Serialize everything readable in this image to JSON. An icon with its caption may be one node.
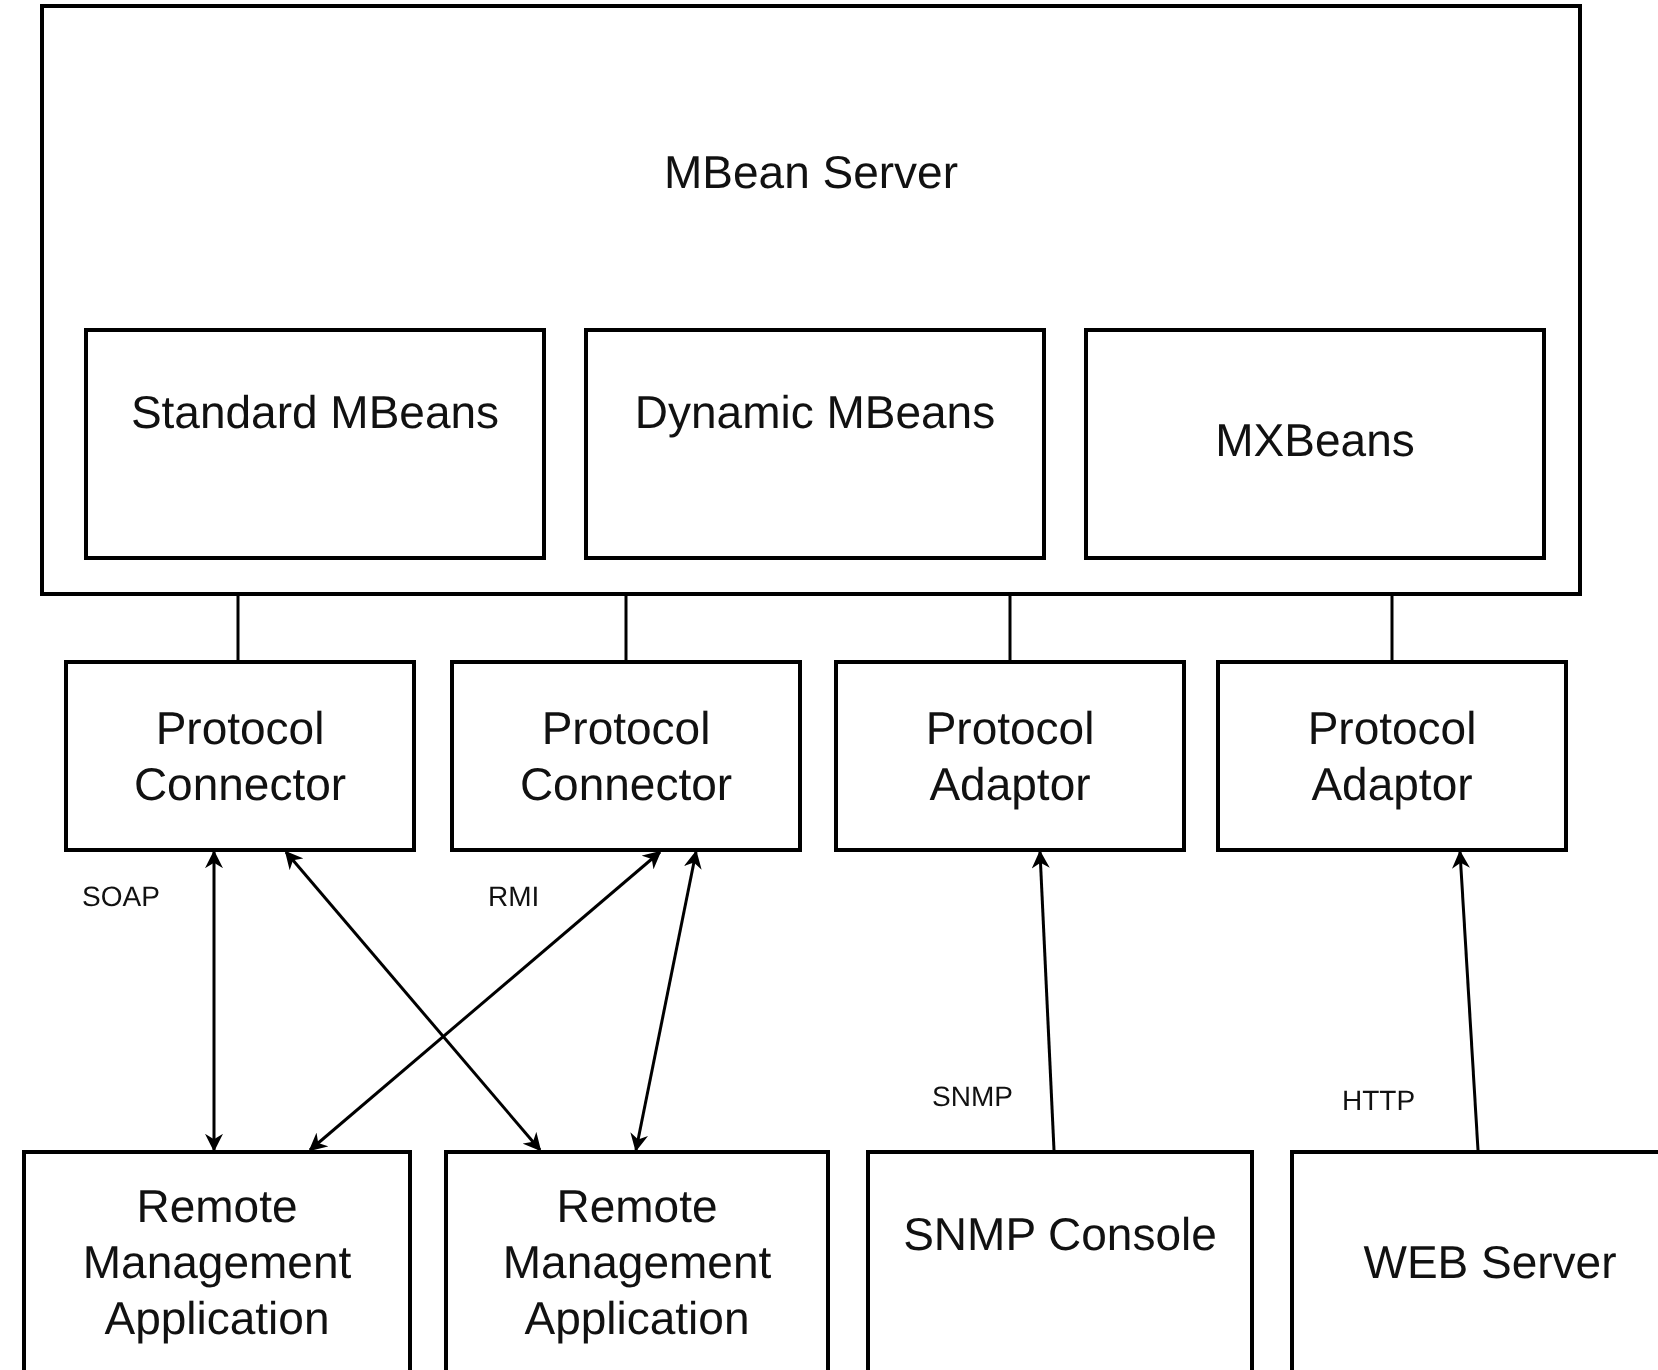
{
  "diagram": {
    "nodes": [
      {
        "text": [
          "MBean Server"
        ]
      },
      {
        "text": [
          "Standard MBeans"
        ],
        "in": 0
      },
      {
        "text": [
          "Dynamic MBeans"
        ],
        "in": 0
      },
      {
        "text": [
          "MXBeans"
        ],
        "in": 0
      },
      {
        "text": [
          "Protocol Connector"
        ]
      },
      {
        "text": [
          "Protocol Connector"
        ]
      },
      {
        "text": [
          "Protocol Adaptor"
        ]
      },
      {
        "text": [
          "Protocol Adaptor"
        ]
      },
      {
        "text": [
          "Remote Management Application"
        ]
      },
      {
        "text": [
          "Remote Management Application"
        ]
      },
      {
        "text": [
          "SNMP Console"
        ]
      },
      {
        "text": [
          "WEB Server"
        ]
      }
    ],
    "edges": [
      {
        "from": 0,
        "to": 4,
        "arrow": "none"
      },
      {
        "from": 0,
        "to": 5,
        "arrow": "none"
      },
      {
        "from": 0,
        "to": 6,
        "arrow": "none"
      },
      {
        "from": 0,
        "to": 7,
        "arrow": "none"
      },
      {
        "from": 4,
        "to": 8,
        "arrow": "both",
        "label": "SOAP"
      },
      {
        "from": 4,
        "to": 9,
        "arrow": "both"
      },
      {
        "from": 5,
        "to": 8,
        "arrow": "both",
        "label": "RMI"
      },
      {
        "from": 5,
        "to": 9,
        "arrow": "both"
      },
      {
        "from": 10,
        "to": 6,
        "arrow": "to",
        "label": "SNMP"
      },
      {
        "from": 11,
        "to": 7,
        "arrow": "to",
        "label": "HTTP"
      }
    ]
  }
}
